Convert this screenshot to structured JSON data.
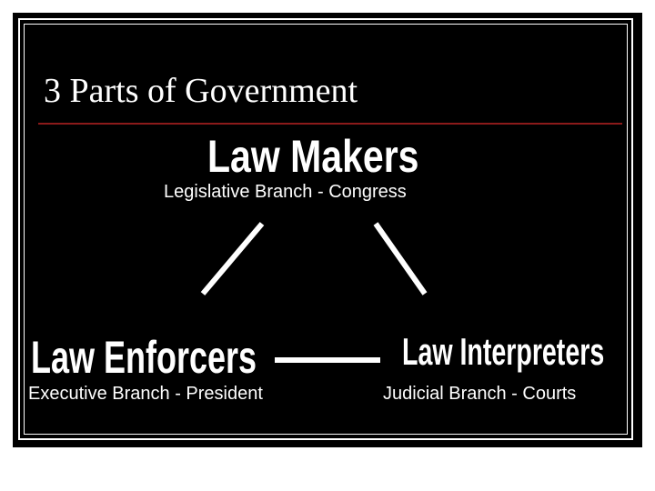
{
  "slide": {
    "title": "3 Parts of Government",
    "branches": {
      "legislative": {
        "heading": "Law Makers",
        "subtitle": "Legislative Branch - Congress"
      },
      "executive": {
        "heading": "Law Enforcers",
        "subtitle": "Executive Branch - President"
      },
      "judicial": {
        "heading": "Law Interpreters",
        "subtitle": "Judicial Branch - Courts"
      }
    }
  },
  "colors": {
    "background": "#000000",
    "text": "#ffffff",
    "title_rule": "#8b1a1a",
    "connector": "#ffffff"
  }
}
